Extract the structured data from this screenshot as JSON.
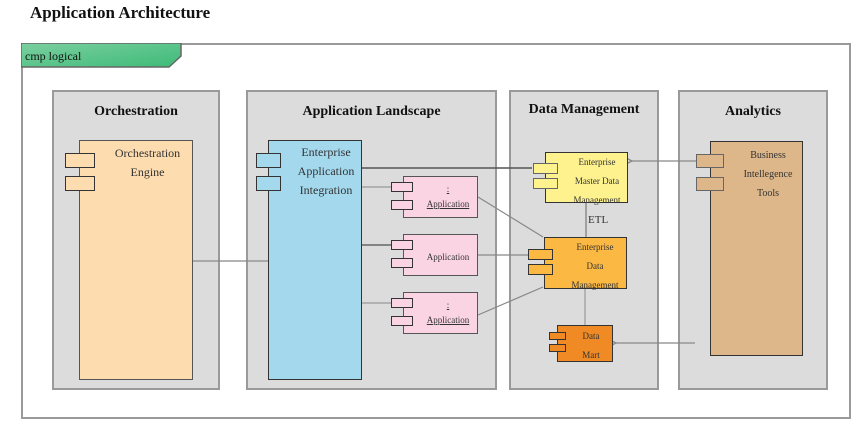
{
  "title": "Application Architecture",
  "frame_label": "cmp logical",
  "colors": {
    "frame_tab": "#4cc083",
    "group_bg": "#dcdcdc",
    "orchestration_engine": "#fddcaf",
    "eai": "#a3d8ed",
    "application": "#fbd4e3",
    "master_data": "#fdf28e",
    "enterprise_data": "#fbb843",
    "data_mart": "#ef8a25",
    "bi_tools": "#ddb689"
  },
  "groups": [
    {
      "id": "orchestration",
      "title": "Orchestration"
    },
    {
      "id": "landscape",
      "title": "Application Landscape"
    },
    {
      "id": "data",
      "title": "Data Management"
    },
    {
      "id": "analytics",
      "title": "Analytics"
    }
  ],
  "components": {
    "orchestration_engine": {
      "lines": [
        "Orchestration",
        "Engine"
      ]
    },
    "eai": {
      "lines": [
        "Enterprise",
        "Application",
        "Integration"
      ]
    },
    "app1": {
      "prefix": ":",
      "label": "Application"
    },
    "app2": {
      "label": "Application"
    },
    "app3": {
      "prefix": ":",
      "label": "Application"
    },
    "master_data": {
      "lines": [
        "Enterprise",
        "Master Data",
        "Management"
      ]
    },
    "enterprise_data": {
      "lines": [
        "Enterprise",
        "Data",
        "Management"
      ]
    },
    "data_mart": {
      "lines": [
        "Data",
        "Mart"
      ]
    },
    "bi_tools": {
      "lines": [
        "Business",
        "Intellegence",
        "Tools"
      ]
    }
  },
  "connectors": {
    "etl_label": "ETL"
  }
}
